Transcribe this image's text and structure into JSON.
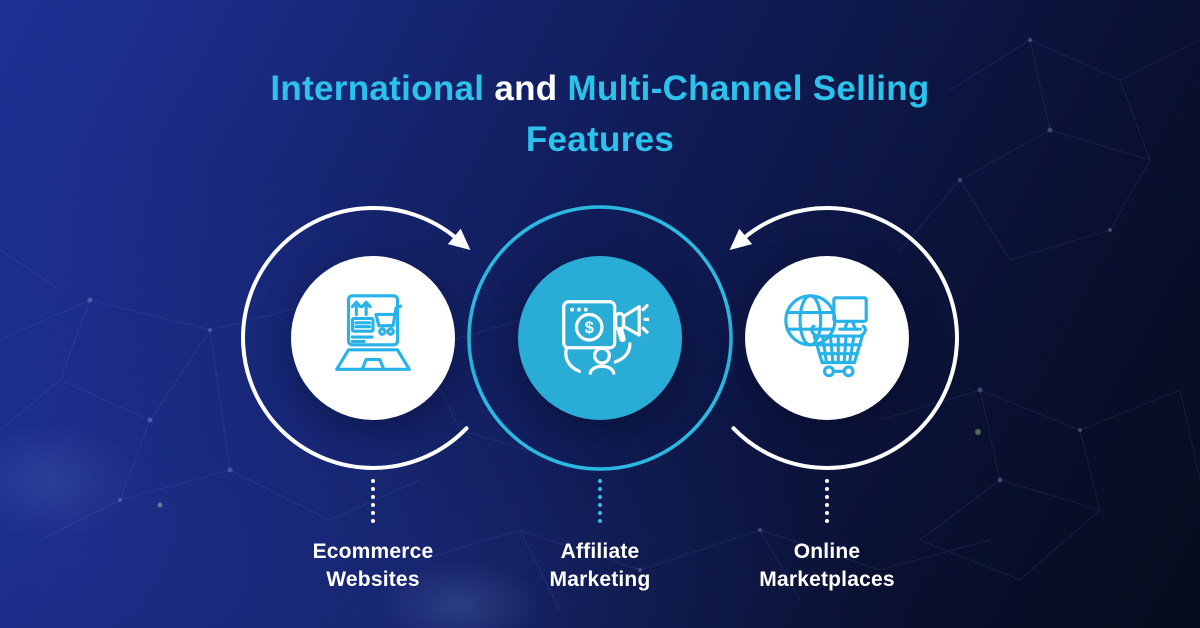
{
  "title": {
    "highlight1": "International",
    "connector": "and",
    "highlight2": "Multi-Channel Selling",
    "line2": "Features"
  },
  "channels": [
    {
      "id": "ecommerce-websites",
      "label_line1": "Ecommerce",
      "label_line2": "Websites",
      "icon": "laptop-shopping-cart-icon",
      "style": "light"
    },
    {
      "id": "affiliate-marketing",
      "label_line1": "Affiliate",
      "label_line2": "Marketing",
      "icon": "browser-dollar-megaphone-icon",
      "style": "accent"
    },
    {
      "id": "online-marketplaces",
      "label_line1": "Online",
      "label_line2": "Marketplaces",
      "icon": "globe-monitor-basket-icon",
      "style": "light"
    }
  ],
  "icons": {
    "dollar_glyph": "$"
  },
  "colors": {
    "accent_cyan": "#2bc3ec",
    "circle_accent_fill": "#29acd6",
    "ring_stroke": "#2bb9e2",
    "icon_stroke": "#27b2e8",
    "arrow_white": "#ffffff",
    "background_top_left": "#1e3194",
    "background_bottom_right": "#070c1f",
    "label_text": "#ffffff"
  }
}
